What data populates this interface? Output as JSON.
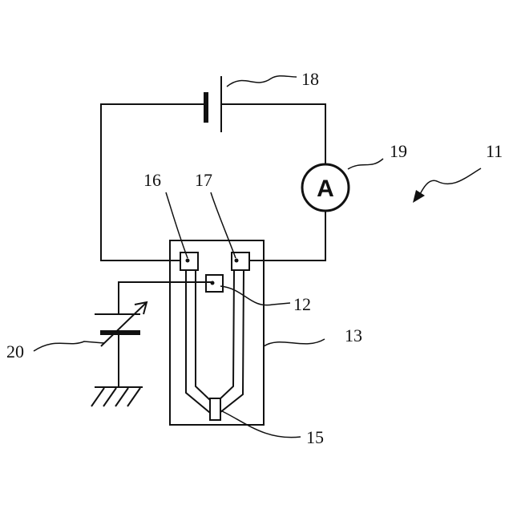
{
  "reference_numerals": {
    "device": "11",
    "sensor_element": "12",
    "substrate": "13",
    "heater": "15",
    "electrode_pad_left": "16",
    "electrode_pad_right": "17",
    "battery": "18",
    "ammeter": "19",
    "variable_capacitor": "20"
  },
  "ammeter_symbol": "A",
  "icon_names": [
    "battery-icon",
    "ammeter-icon",
    "variable-capacitor-icon",
    "ground-icon",
    "arrow-icon"
  ]
}
